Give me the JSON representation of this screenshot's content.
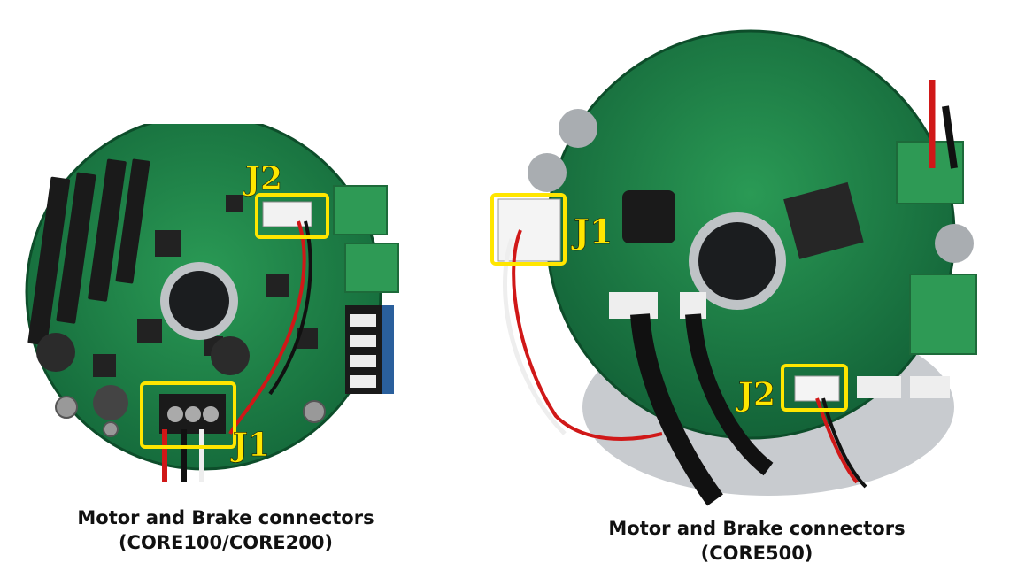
{
  "left_panel": {
    "label_j1": "J1",
    "label_j2": "J2",
    "caption_line1": "Motor and Brake connectors",
    "caption_line2": "(CORE100/CORE200)"
  },
  "right_panel": {
    "label_j1": "J1",
    "label_j2": "J2",
    "caption_line1": "Motor and Brake connectors",
    "caption_line2": "(CORE500)"
  },
  "colors": {
    "pcb_green": "#1f8a4a",
    "highlight_yellow": "#ffe600",
    "terminal_green": "#2e9a55"
  }
}
